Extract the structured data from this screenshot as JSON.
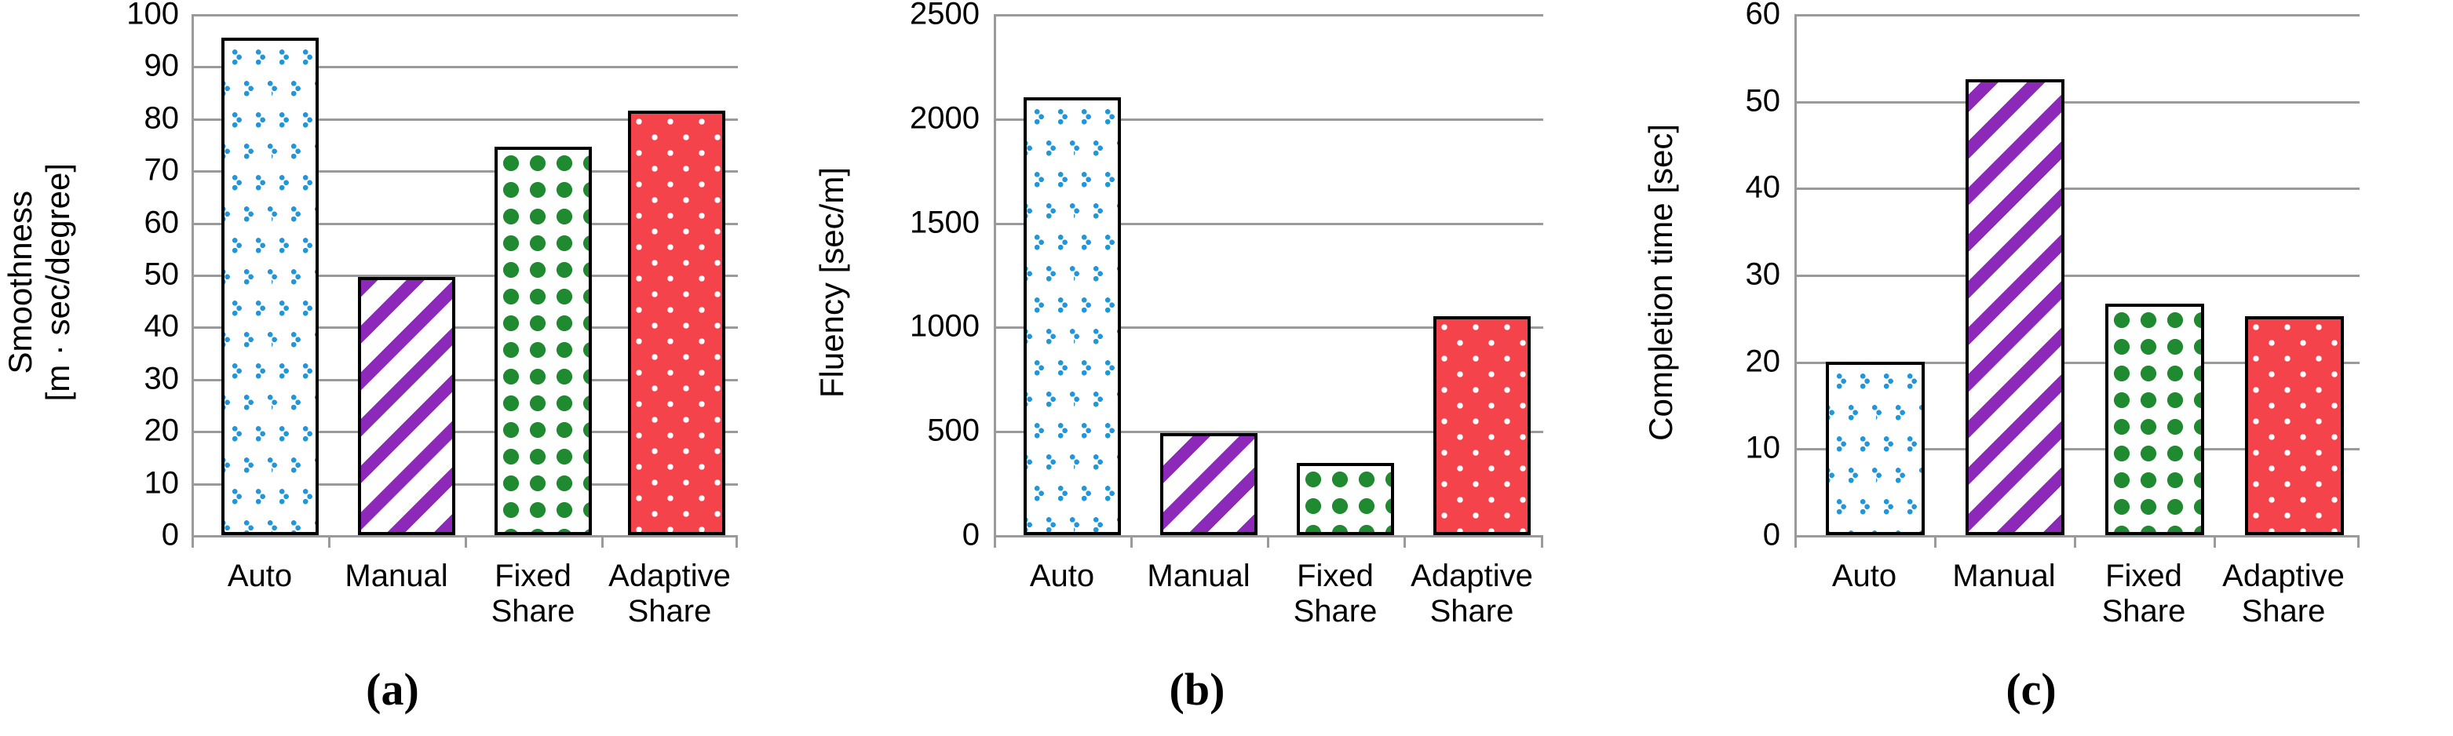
{
  "figure": {
    "background": "#ffffff",
    "panel_count": 3
  },
  "palette": {
    "blue": "#2196d8",
    "purple": "#8c29b8",
    "green": "#1f8a30",
    "red": "#f4434b",
    "grid": "#9a9a9a",
    "outline": "#000000"
  },
  "chart_data": [
    {
      "type": "bar",
      "panel": "a",
      "caption": "(a)",
      "title": "",
      "xlabel": "",
      "ylabel": "Smoothness\n[m · sec/degree]",
      "ylabel_line1": "Smoothness",
      "ylabel_line2": "[m · sec/degree]",
      "categories": [
        "Auto",
        "Manual",
        "Fixed Share",
        "Adaptive Share"
      ],
      "category_labels": [
        "Auto",
        "Manual",
        "Fixed\nShare",
        "Adaptive\nShare"
      ],
      "values": [
        95.5,
        49.5,
        74.5,
        81.5
      ],
      "ylim": [
        0,
        100
      ],
      "ytick_step": 10,
      "yticks": [
        0,
        10,
        20,
        30,
        40,
        50,
        60,
        70,
        80,
        90,
        100
      ],
      "ytick_labels": [
        "0",
        "10",
        "20",
        "30",
        "40",
        "50",
        "60",
        "70",
        "80",
        "90",
        "100"
      ],
      "grid": true,
      "legend": "none",
      "bar_patterns": [
        "blue-dots",
        "purple-diagonal-stripes",
        "green-diamonds",
        "red-white-dots"
      ]
    },
    {
      "type": "bar",
      "panel": "b",
      "caption": "(b)",
      "title": "",
      "xlabel": "",
      "ylabel": "Fluency [sec/m]",
      "ylabel_line1": "Fluency [sec/m]",
      "ylabel_line2": "",
      "categories": [
        "Auto",
        "Manual",
        "Fixed Share",
        "Adaptive Share"
      ],
      "category_labels": [
        "Auto",
        "Manual",
        "Fixed\nShare",
        "Adaptive\nShare"
      ],
      "values": [
        2100,
        490,
        345,
        1050
      ],
      "ylim": [
        0,
        2500
      ],
      "ytick_step": 500,
      "yticks": [
        0,
        500,
        1000,
        1500,
        2000,
        2500
      ],
      "ytick_labels": [
        "0",
        "500",
        "1000",
        "1500",
        "2000",
        "2500"
      ],
      "grid": true,
      "legend": "none",
      "bar_patterns": [
        "blue-dots",
        "purple-diagonal-stripes",
        "green-diamonds",
        "red-white-dots"
      ]
    },
    {
      "type": "bar",
      "panel": "c",
      "caption": "(c)",
      "title": "",
      "xlabel": "",
      "ylabel": "Completion time [sec]",
      "ylabel_line1": "Completion time [sec]",
      "ylabel_line2": "",
      "categories": [
        "Auto",
        "Manual",
        "Fixed Share",
        "Adaptive Share"
      ],
      "category_labels": [
        "Auto",
        "Manual",
        "Fixed\nShare",
        "Adaptive\nShare"
      ],
      "values": [
        20.0,
        52.5,
        26.7,
        25.2
      ],
      "ylim": [
        0,
        60
      ],
      "ytick_step": 10,
      "yticks": [
        0,
        10,
        20,
        30,
        40,
        50,
        60
      ],
      "ytick_labels": [
        "0",
        "10",
        "20",
        "30",
        "40",
        "50",
        "60"
      ],
      "grid": true,
      "legend": "none",
      "bar_patterns": [
        "blue-dots",
        "purple-diagonal-stripes",
        "green-diamonds",
        "red-white-dots"
      ]
    }
  ],
  "panel_a": {
    "caption": "(a)",
    "ylabel_line1": "Smoothness",
    "ylabel_line2": "[m · sec/degree]",
    "ytick_labels": [
      "100",
      "90",
      "80",
      "70",
      "60",
      "50",
      "40",
      "30",
      "20",
      "10",
      "0"
    ],
    "cat_1": "Auto",
    "cat_2": "Manual",
    "cat_3": "Fixed\nShare",
    "cat_4": "Adaptive\nShare"
  },
  "panel_b": {
    "caption": "(b)",
    "ylabel_line1": "Fluency [sec/m]",
    "ytick_labels": [
      "2500",
      "2000",
      "1500",
      "1000",
      "500",
      "0"
    ],
    "cat_1": "Auto",
    "cat_2": "Manual",
    "cat_3": "Fixed\nShare",
    "cat_4": "Adaptive\nShare"
  },
  "panel_c": {
    "caption": "(c)",
    "ylabel_line1": "Completion time [sec]",
    "ytick_labels": [
      "60",
      "50",
      "40",
      "30",
      "20",
      "10",
      "0"
    ],
    "cat_1": "Auto",
    "cat_2": "Manual",
    "cat_3": "Fixed\nShare",
    "cat_4": "Adaptive\nShare"
  }
}
